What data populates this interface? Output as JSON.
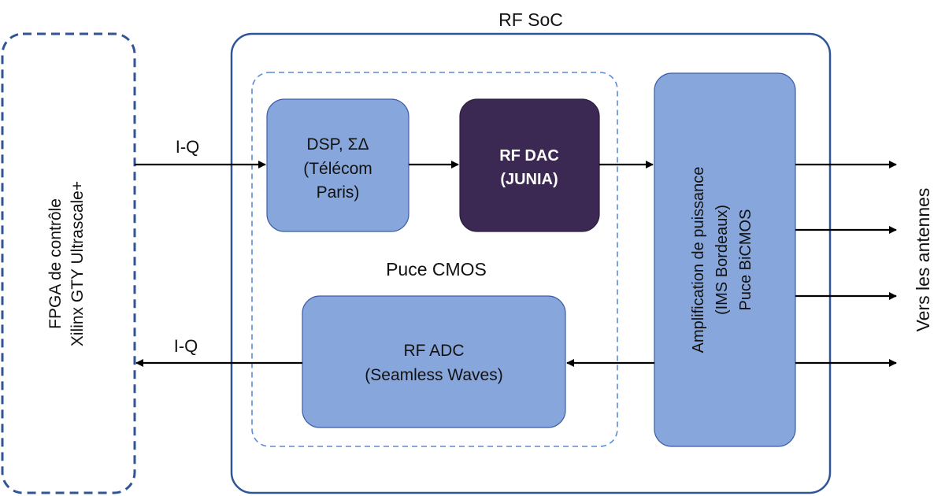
{
  "colors": {
    "block_fill": "#86a6dc",
    "block_stroke": "#3d5ea8",
    "dac_fill": "#3b2954",
    "dac_stroke": "#2b1e3d",
    "outline": "#2f5597",
    "inner_dashed": "#5b8ad6",
    "arrow": "#000000"
  },
  "fpga": {
    "line1": "FPGA de contrôle",
    "line2": "Xilinx GTY Ultrascale+"
  },
  "soc": {
    "title": "RF SoC"
  },
  "cmos": {
    "label": "Puce CMOS"
  },
  "dsp": {
    "line1": "DSP, ΣΔ",
    "line2": "(Télécom",
    "line3": "Paris)"
  },
  "dac": {
    "line1": "RF DAC",
    "line2": "(JUNIA)"
  },
  "adc": {
    "line1": "RF ADC",
    "line2": "(Seamless Waves)"
  },
  "pa": {
    "line1": "Amplification de puissance",
    "line2": "(IMS Bordeaux)",
    "line3": "Puce BiCMOS"
  },
  "links": {
    "iq_in": "I-Q",
    "iq_out": "I-Q"
  },
  "antennas": {
    "label": "Vers les antennes"
  }
}
